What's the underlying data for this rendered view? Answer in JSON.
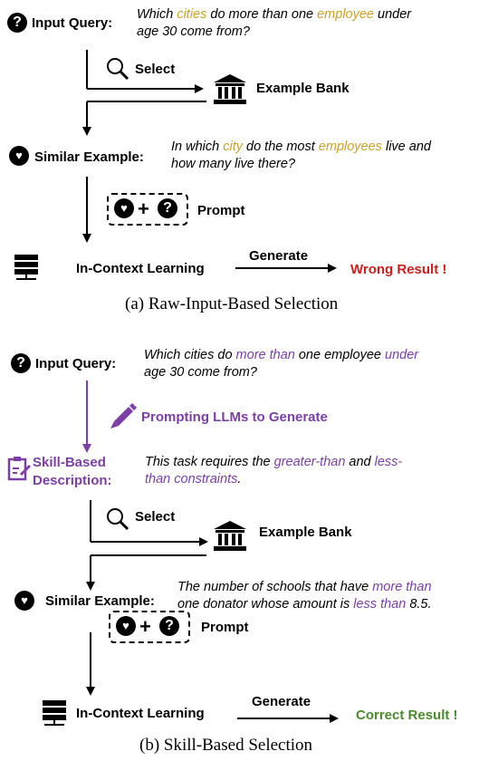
{
  "a": {
    "query_label": "Input Query:",
    "query_text": [
      "Which ",
      "cities",
      " do more than one ",
      "employee",
      " under",
      "age 30 come from?"
    ],
    "select_label": "Select",
    "bank_label": "Example Bank",
    "similar_label": "Similar Example:",
    "similar_text": [
      "In which ",
      "city",
      " do the most ",
      "employees",
      " live and",
      "how many live there?"
    ],
    "prompt_label": "Prompt",
    "icl_label": "In-Context Learning",
    "generate_label": "Generate",
    "result_label": "Wrong Result !",
    "caption": "(a) Raw-Input-Based Selection"
  },
  "b": {
    "query_label": "Input Query:",
    "query_text": [
      "Which cities do ",
      "more than",
      " one employee ",
      "under",
      "age 30 come from?"
    ],
    "prompting_label": "Prompting LLMs to Generate",
    "skill_label_1": "Skill-Based",
    "skill_label_2": "Description:",
    "skill_text": [
      "This task requires the ",
      "greater-than",
      " and ",
      "less-",
      "than constraints",
      "."
    ],
    "select_label": "Select",
    "bank_label": "Example Bank",
    "similar_label": "Similar Example:",
    "similar_text": [
      "The number of schools that have ",
      "more than",
      "one donator whose amount is ",
      "less than",
      " 8.5."
    ],
    "prompt_label": "Prompt",
    "icl_label": "In-Context Learning",
    "generate_label": "Generate",
    "result_label": "Correct Result !",
    "caption": "(b) Skill-Based Selection"
  },
  "colors": {
    "gold": "#c9a227",
    "purple": "#7b3fa6",
    "red": "#cc1f1f",
    "green": "#4b8a2e"
  }
}
